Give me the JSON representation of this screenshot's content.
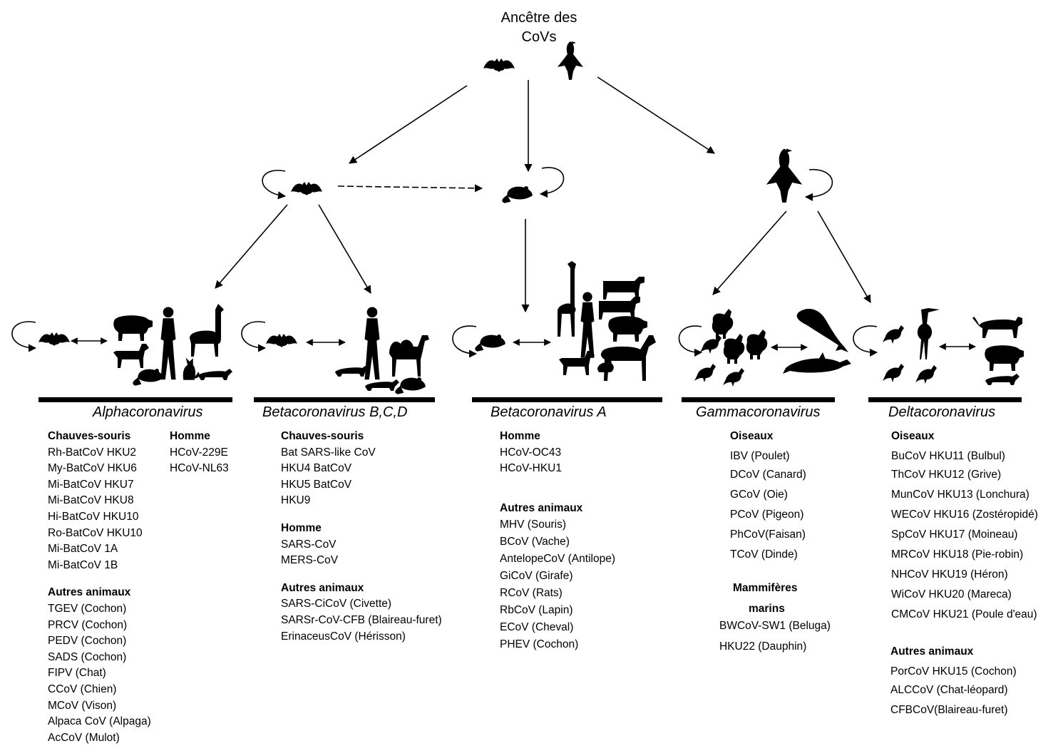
{
  "root": {
    "line1": "Ancêtre des",
    "line2": "CoVs"
  },
  "genera": {
    "alpha": "Alphacoronavirus",
    "betaBCD": "Betacoronavirus B,C,D",
    "betaA": "Betacoronavirus A",
    "gamma": "Gammacoronavirus",
    "delta": "Deltacoronavirus"
  },
  "alpha": {
    "bats_header": "Chauves-souris",
    "bats": [
      "Rh-BatCoV HKU2",
      "My-BatCoV HKU6",
      "Mi-BatCoV HKU7",
      "Mi-BatCoV HKU8",
      "Hi-BatCoV HKU10",
      "Ro-BatCoV HKU10",
      "Mi-BatCoV 1A",
      "Mi-BatCoV 1B"
    ],
    "human_header": "Homme",
    "human": [
      "HCoV-229E",
      "HCoV-NL63"
    ],
    "other_header": "Autres animaux",
    "other": [
      "TGEV (Cochon)",
      "PRCV (Cochon)",
      "PEDV (Cochon)",
      "SADS (Cochon)",
      "FIPV  (Chat)",
      "CCoV (Chien)",
      "MCoV (Vison)",
      "Alpaca CoV (Alpaga)",
      "AcCoV (Mulot)"
    ]
  },
  "betaBCD": {
    "bats_header": "Chauves-souris",
    "bats": [
      "Bat SARS-like CoV",
      "HKU4 BatCoV",
      "HKU5 BatCoV",
      "HKU9"
    ],
    "human_header": "Homme",
    "human": [
      "SARS-CoV",
      "MERS-CoV"
    ],
    "other_header": "Autres animaux",
    "other": [
      "SARS-CiCoV (Civette)",
      "SARSr-CoV-CFB (Blaireau-furet)",
      "ErinaceusCoV (Hérisson)"
    ]
  },
  "betaA": {
    "human_header": "Homme",
    "human": [
      "HCoV-OC43",
      "HCoV-HKU1"
    ],
    "other_header": "Autres animaux",
    "other": [
      "MHV (Souris)",
      "BCoV (Vache)",
      "AntelopeCoV (Antilope)",
      "GiCoV (Girafe)",
      "RCoV (Rats)",
      "RbCoV (Lapin)",
      "ECoV (Cheval)",
      "PHEV (Cochon)"
    ]
  },
  "gamma": {
    "birds_header": "Oiseaux",
    "birds": [
      "IBV (Poulet)",
      "DCoV (Canard)",
      "GCoV (Oie)",
      "PCoV (Pigeon)",
      "PhCoV(Faisan)",
      "TCoV (Dinde)"
    ],
    "marine_header1": "Mammifères",
    "marine_header2": "marins",
    "marine": [
      "BWCoV-SW1 (Beluga)",
      "HKU22 (Dauphin)"
    ]
  },
  "delta": {
    "birds_header": "Oiseaux",
    "birds": [
      "BuCoV HKU11 (Bulbul)",
      "ThCoV HKU12 (Grive)",
      "MunCoV HKU13 (Lonchura)",
      "WECoV HKU16 (Zostéropidé)",
      "SpCoV HKU17 (Moineau)",
      "MRCoV HKU18 (Pie-robin)",
      "NHCoV HKU19 (Héron)",
      "WiCoV HKU20 (Mareca)",
      "CMCoV HKU21 (Poule d'eau)"
    ],
    "other_header": "Autres animaux",
    "other": [
      "PorCoV HKU15 (Cochon)",
      "ALCCoV (Chat-léopard)",
      "CFBCoV(Blaireau-furet)"
    ]
  },
  "icons": [
    "bat-icon",
    "bird-icon",
    "rodent-icon",
    "human-icon",
    "pig-icon",
    "dog-icon",
    "cat-icon",
    "alpaca-icon",
    "camel-icon",
    "ferret-icon",
    "hedgehog-icon",
    "giraffe-icon",
    "horse-icon",
    "cow-icon",
    "rabbit-icon",
    "antelope-icon",
    "chicken-icon",
    "duck-icon",
    "turkey-icon",
    "pigeon-icon",
    "pheasant-icon",
    "beluga-icon",
    "dolphin-icon",
    "heron-icon",
    "leopard-cat-icon"
  ]
}
